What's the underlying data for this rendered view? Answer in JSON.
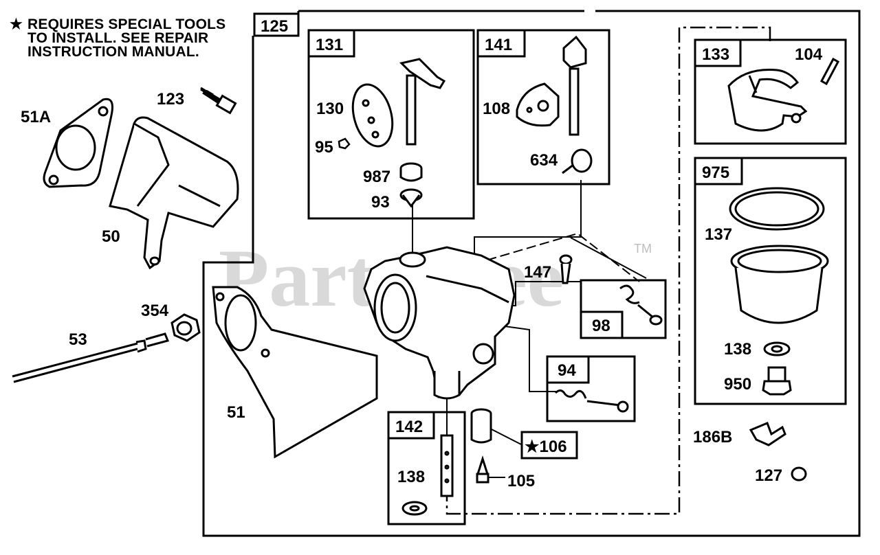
{
  "note": {
    "star": "★",
    "lines": [
      "REQUIRES SPECIAL TOOLS",
      "TO INSTALL.  SEE REPAIR",
      "INSTRUCTION MANUAL."
    ]
  },
  "watermark": {
    "text": "PartsTree",
    "tm": "TM"
  },
  "kits": {
    "k125": "125",
    "k131": "131",
    "k141": "141",
    "k133": "133",
    "k975": "975",
    "k98": "98",
    "k94": "94",
    "k142": "142",
    "k106": "★106"
  },
  "parts": {
    "p51A": "51A",
    "p123": "123",
    "p50": "50",
    "p354": "354",
    "p53": "53",
    "p51": "51",
    "p130": "130",
    "p95": "95",
    "p987": "987",
    "p93": "93",
    "p108": "108",
    "p634": "634",
    "p104": "104",
    "p137": "137",
    "p138a": "138",
    "p950": "950",
    "p147": "147",
    "p186B": "186B",
    "p127": "127",
    "p138b": "138",
    "p105": "105"
  }
}
